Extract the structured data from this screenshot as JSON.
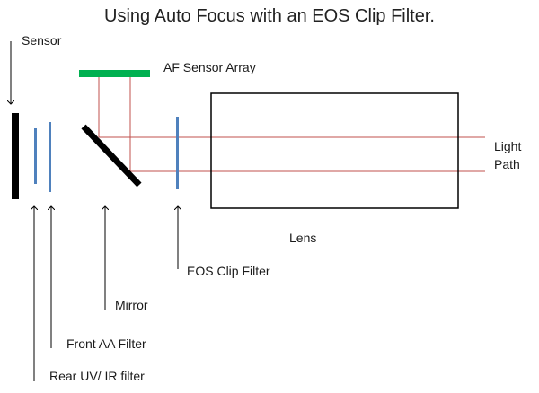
{
  "title": "Using Auto Focus with an EOS Clip Filter.",
  "labels": {
    "sensor": "Sensor",
    "af_sensor_array": "AF Sensor Array",
    "light": "Light",
    "path": "Path",
    "lens": "Lens",
    "eos_clip_filter": "EOS Clip Filter",
    "mirror": "Mirror",
    "front_aa_filter": "Front AA Filter",
    "rear_uv_ir_filter": "Rear UV/ IR filter"
  },
  "colors": {
    "sensor": "#000000",
    "filters": "#4f81bd",
    "af_array": "#00b050",
    "light_path": "#c0504d",
    "mirror": "#000000",
    "lens_outline": "#000000",
    "arrows": "#000000"
  }
}
